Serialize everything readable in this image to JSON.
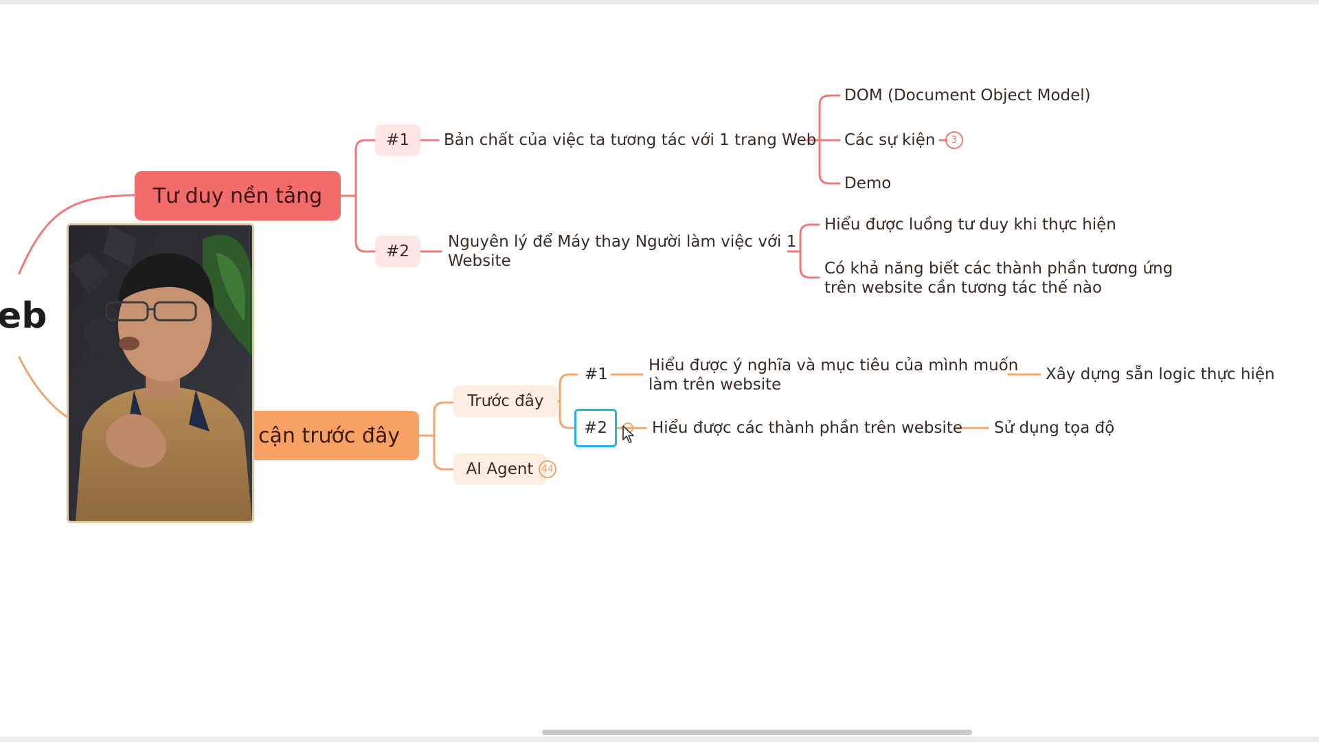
{
  "mindmap": {
    "root_label_visible": "eb",
    "branch1": {
      "label": "Tư duy nền tảng",
      "children": [
        {
          "tag": "#1",
          "text": "Bản chất của việc ta tương tác với 1 trang Web",
          "children": [
            "DOM (Document Object Model)",
            "Các sự kiện",
            "Demo"
          ],
          "events_badge": "3"
        },
        {
          "tag": "#2",
          "text_line1": "Nguyên lý để Máy thay Người làm việc với 1",
          "text_line2": "Website",
          "children": [
            "Hiểu được luồng tư duy khi thực hiện",
            "Có khả năng biết các thành phần tương ứng",
            "trên website cần tương tác thế nào"
          ]
        }
      ]
    },
    "branch2": {
      "label": "cận trước đây",
      "children": [
        {
          "label": "Trước đây",
          "items": [
            {
              "tag": "#1",
              "text_line1": "Hiểu được ý nghĩa và mục tiêu của mình muốn",
              "text_line2": "làm trên website",
              "next": "Xây dựng sẵn logic thực hiện"
            },
            {
              "tag": "#2",
              "text": "Hiểu được các thành phần trên website",
              "next": "Sử dụng tọa độ"
            }
          ]
        },
        {
          "label": "AI Agent",
          "badge": "44"
        }
      ]
    }
  },
  "colors": {
    "red_branch": "#f26c6c",
    "orange_branch": "#f7a165",
    "red_line": "#f07878",
    "orange_line": "#f5a46a",
    "selection": "#27b2e4"
  }
}
